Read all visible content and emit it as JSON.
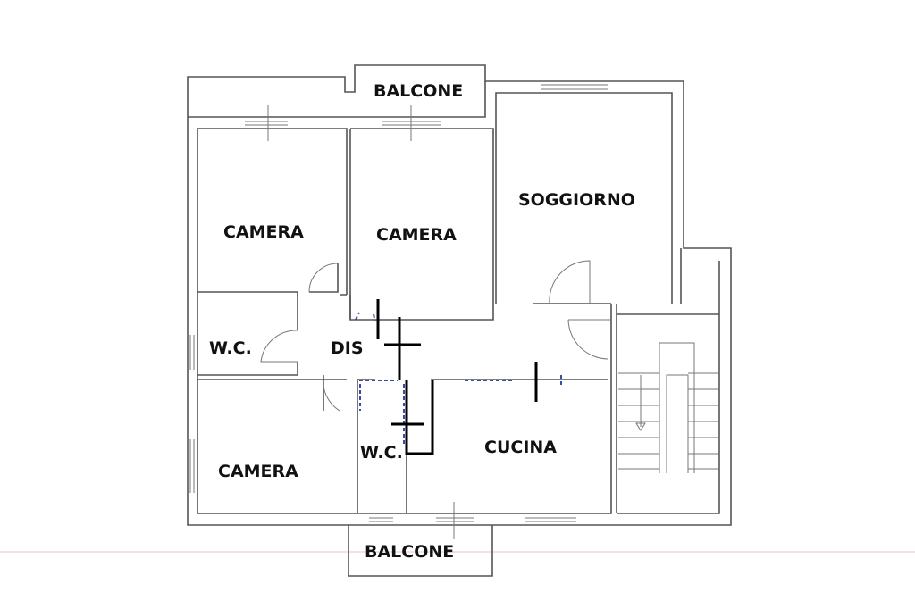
{
  "rooms": {
    "balcone_top": "BALCONE",
    "camera_1": "CAMERA",
    "camera_2": "CAMERA",
    "soggiorno": "SOGGIORNO",
    "wc_1": "W.C.",
    "dis": "DIS",
    "wc_2": "W.C.",
    "camera_3": "CAMERA",
    "cucina": "CUCINA",
    "balcone_bottom": "BALCONE"
  },
  "colors": {
    "wall": "#555555",
    "modification": "#000000",
    "pen": "#3a4aa8",
    "baseline": "#e6b8c0"
  }
}
